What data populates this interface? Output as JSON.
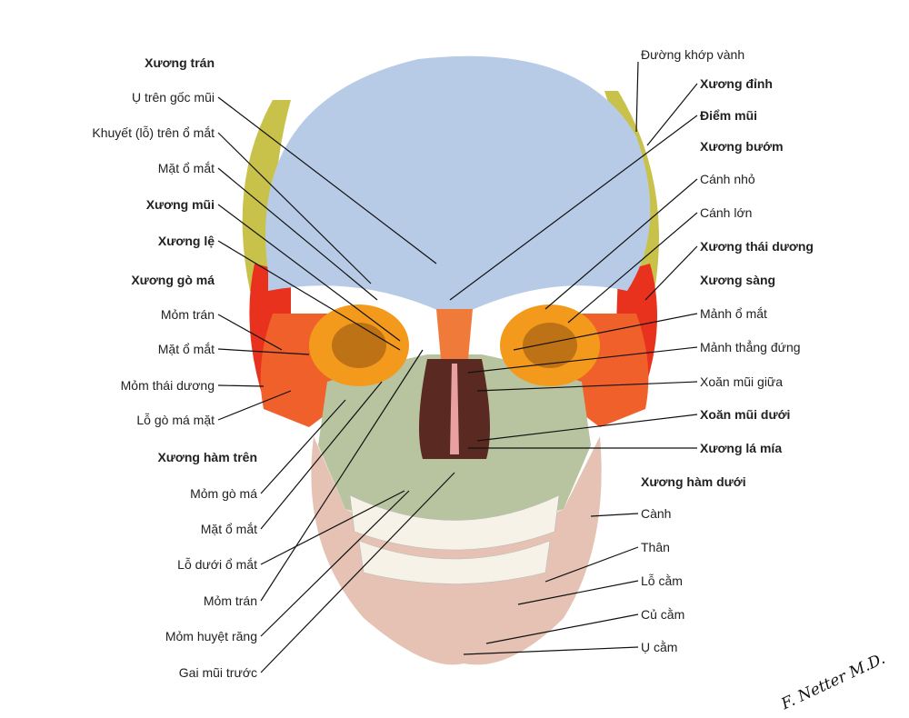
{
  "left_labels": [
    {
      "text": "Xương trán",
      "bold": true
    },
    {
      "text": "Ụ trên gốc mũi",
      "bold": false
    },
    {
      "text": "Khuyết (lỗ) trên ổ mắt",
      "bold": false
    },
    {
      "text": "Mặt ổ mắt",
      "bold": false
    },
    {
      "text": "Xương mũi",
      "bold": true
    },
    {
      "text": "Xương lệ",
      "bold": true
    },
    {
      "text": "Xương gò má",
      "bold": true
    },
    {
      "text": "Mỏm trán",
      "bold": false
    },
    {
      "text": "Mặt ổ mắt",
      "bold": false
    },
    {
      "text": "Mỏm thái dương",
      "bold": false
    },
    {
      "text": "Lỗ gò má mặt",
      "bold": false
    },
    {
      "text": "Xương hàm trên",
      "bold": true
    },
    {
      "text": "Mỏm gò má",
      "bold": false
    },
    {
      "text": "Mặt ổ mắt",
      "bold": false
    },
    {
      "text": "Lỗ dưới ổ mắt",
      "bold": false
    },
    {
      "text": "Mỏm trán",
      "bold": false
    },
    {
      "text": "Mỏm huyệt răng",
      "bold": false
    },
    {
      "text": "Gai mũi trước",
      "bold": false
    }
  ],
  "right_labels": [
    {
      "text": "Đường khớp vành",
      "bold": false
    },
    {
      "text": "Xương đỉnh",
      "bold": true
    },
    {
      "text": "Điểm mũi",
      "bold": true
    },
    {
      "text": "Xương bướm",
      "bold": true
    },
    {
      "text": "Cánh nhỏ",
      "bold": false
    },
    {
      "text": "Cánh lớn",
      "bold": false
    },
    {
      "text": "Xương thái dương",
      "bold": true
    },
    {
      "text": "Xương sàng",
      "bold": true
    },
    {
      "text": "Mảnh ổ mắt",
      "bold": false
    },
    {
      "text": "Mảnh thẳng đứng",
      "bold": false
    },
    {
      "text": "Xoăn mũi giữa",
      "bold": false
    },
    {
      "text": "Xoăn mũi dưới",
      "bold": true
    },
    {
      "text": "Xương lá mía",
      "bold": true
    },
    {
      "text": "Xương hàm dưới",
      "bold": true
    },
    {
      "text": "Cành",
      "bold": false
    },
    {
      "text": "Thân",
      "bold": false
    },
    {
      "text": "Lỗ cằm",
      "bold": false
    },
    {
      "text": "Củ cằm",
      "bold": false
    },
    {
      "text": "Ụ cằm",
      "bold": false
    }
  ],
  "signature": "F. Netter M.D.",
  "colors": {
    "frontal": "#b8cbe6",
    "parietal": "#c9c24a",
    "temporal": "#e8321e",
    "zygomatic": "#f0602a",
    "sphenoid": "#f39a1c",
    "maxilla": "#b8c4a0",
    "mandible": "#e6c2b4",
    "teeth": "#f6f2e8",
    "nasal": "#f07a3a"
  }
}
